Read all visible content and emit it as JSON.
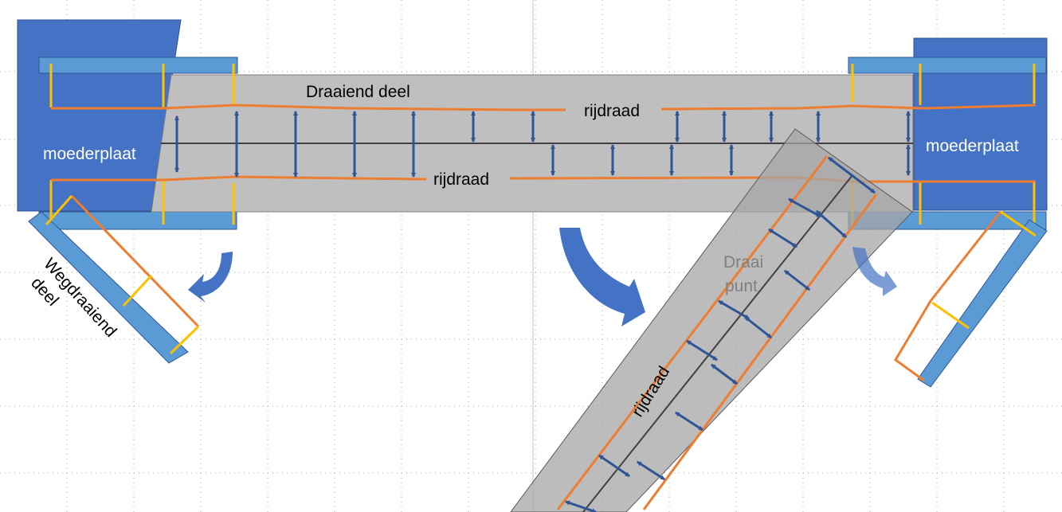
{
  "labels": {
    "motherplate_left": "moederplaat",
    "motherplate_right": "moederplaat",
    "rotating_part": "Draaiend deel",
    "wire_top": "rijdraad",
    "wire_bottom": "rijdraad",
    "wire_rotated": "rijdraad",
    "swing_away_line1": "Wegdraaiend",
    "swing_away_line2": "deel",
    "pivot_line1": "Draai",
    "pivot_line2": "punt"
  },
  "colors": {
    "plate_blue": "#4472c4",
    "bar_blue": "#5b9bd5",
    "deck_gray": "#bfbfbf",
    "wire_orange": "#ed7d31",
    "hanger_yellow": "#ffc000",
    "arrow_navy": "#2f5597",
    "grid_dots": "#a6a6a6"
  },
  "icons": {
    "rotation_arrow": "curved-arrow-icon"
  }
}
